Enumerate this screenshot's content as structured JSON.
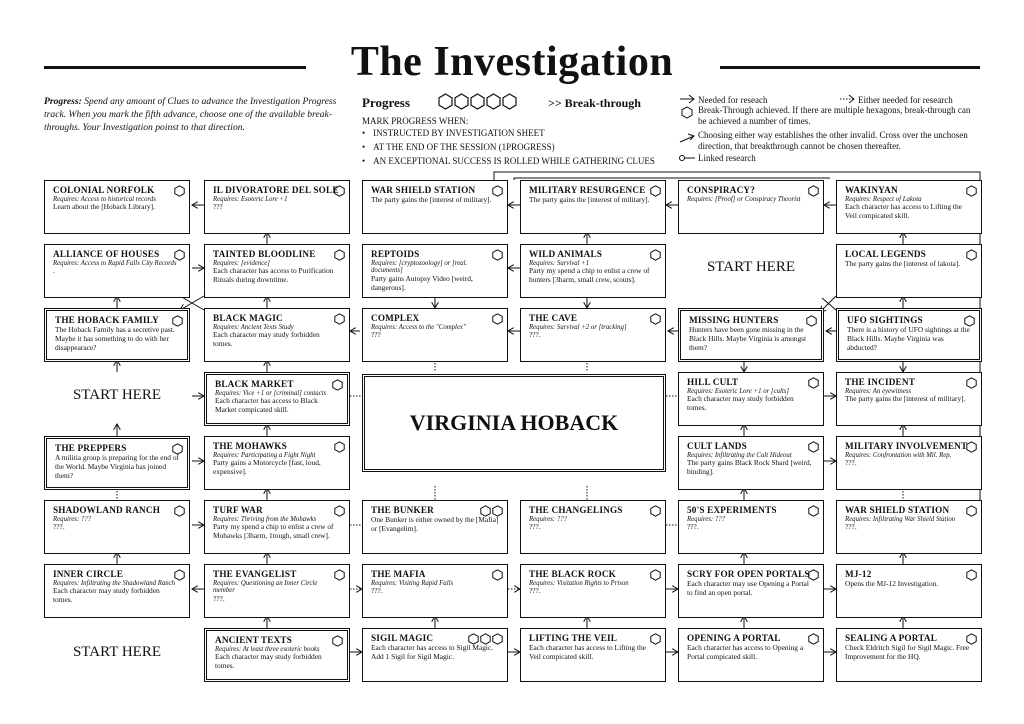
{
  "title": "The Investigation",
  "intro": {
    "progress_bold": "Progress:",
    "progress_text": "Spend any amount of Clues to advance the Investigation Progress track. When you mark the fifth advance, choose one of the available break-throughs. Your Investigation poinst to that direction."
  },
  "progress": {
    "label": "Progress",
    "breakthrough": ">> Break-through",
    "mark_when": "MARK PROGRESS WHEN:",
    "conditions": [
      "INSTRUCTED BY INVESTIGATION SHEET",
      "AT THE END OF THE SESSION (1PROGRESS)",
      "AN EXCEPTIONAL SUCCESS IS ROLLED WHILE GATHERING CLUES"
    ]
  },
  "legend": {
    "needed": "Needed for reseach",
    "either": "Either needed for research",
    "breakthrough": "Break-Through achieved. If there are multiple hexagons, break-through can be achieved a number of times.",
    "choosing": "Choosing either way establishes the other invalid. Cross over the unchosen direction, that breakthrough cannot be chosen thereafter.",
    "linked": "Linked research"
  },
  "center": "VIRGINIA HOBACK",
  "start_here": "START HERE",
  "boxes": [
    {
      "title": "COLONIAL NORFOLK",
      "req": "Requires: Access to historical records",
      "desc": "Learn about the [Hoback Library]."
    },
    {
      "title": "IL DIVORATORE DEL SOLE",
      "req": "Requires: Esoteric Lore +1",
      "desc": "???"
    },
    {
      "title": "WAR SHIELD STATION",
      "req": "",
      "desc": "The party gains the [interest of military]."
    },
    {
      "title": "MILITARY RESURGENCE",
      "req": "",
      "desc": "The party gains the [interest of military]."
    },
    {
      "title": "CONSPIRACY?",
      "req": "Requires: [Proof] or Conspiracy Theorist",
      "desc": ""
    },
    {
      "title": "WAKINYAN",
      "req": "Requires: Respect of Lakota",
      "desc": "Each character has access to Lifting the Veil compicated skill."
    },
    {
      "title": "ALLIANCE OF HOUSES",
      "req": "Requires: Access to Rapid Falls City Records",
      "desc": "."
    },
    {
      "title": "TAINTED BLOODLINE",
      "req": "Requires: [evidence]",
      "desc": "Each character has access to Purification Rituals during downtime."
    },
    {
      "title": "REPTOIDS",
      "req": "Requires: [cryptozoology] or [real. documents]",
      "desc": "Party gains Autopsy Video [weird, dangerous]."
    },
    {
      "title": "WILD ANIMALS",
      "req": "Requires: Survival +1",
      "desc": "Party my spend a chip to enlist a crew of hunters [3harm, small crew, scouts]."
    },
    {
      "title": "LOCAL LEGENDS",
      "req": "",
      "desc": "The party gains the [interest of lakota]."
    },
    {
      "title": "THE HOBACK FAMILY",
      "req": "",
      "desc": "The Hoback Family has a secretive past. Maybe it has something to do with her disappearace?"
    },
    {
      "title": "BLACK MAGIC",
      "req": "Requires: Ancient Texts Study",
      "desc": "Each character may study forbidden tomes."
    },
    {
      "title": "COMPLEX",
      "req": "Requires: Access to the \"Complex\"",
      "desc": "???"
    },
    {
      "title": "THE CAVE",
      "req": "Requires: Survival +2 or [tracking]",
      "desc": "???."
    },
    {
      "title": "MISSING HUNTERS",
      "req": "",
      "desc": "Hunters have been gone missing in the Black Hills. Maybe Virginia is amongst them?"
    },
    {
      "title": "UFO SIGHTINGS",
      "req": "",
      "desc": "There is a history of UFO sightings at the Black Hills. Maybe Virginia was abducted?"
    },
    {
      "title": "BLACK MARKET",
      "req": "Requires: Vice +1 or [criminal] contacts",
      "desc": "Each character has access to Black Market compicated skill."
    },
    {
      "title": "HILL CULT",
      "req": "Requires: Esoteric Lore +1 or [cults]",
      "desc": "Each character may study forbidden tomes."
    },
    {
      "title": "THE INCIDENT",
      "req": "Requires: An eyewitness",
      "desc": "The party gains the [interest of military]."
    },
    {
      "title": "THE PREPPERS",
      "req": "",
      "desc": "A militia group is preparing for the end of the World. Maybe Virginia has joined them?"
    },
    {
      "title": "THE MOHAWKS",
      "req": "Requires: Participating a Fight Night",
      "desc": "Party gains a Motorcycle [fast, loud, expensive]."
    },
    {
      "title": "CULT LANDS",
      "req": "Requires: Infiltrating the Cult Hideout",
      "desc": "The party gains Black Rock Shard [weird, binding]."
    },
    {
      "title": "MILITARY INVOLVEMENT",
      "req": "Requires: Confrontation with Mil. Rep.",
      "desc": "???."
    },
    {
      "title": "SHADOWLAND RANCH",
      "req": "Requires: ???",
      "desc": "???."
    },
    {
      "title": "TURF WAR",
      "req": "Requires: Thriving from the Mohawks",
      "desc": "Party my spend a chip to enlist a crew of Mohawks [3harm, 1tough, small crew]."
    },
    {
      "title": "THE BUNKER",
      "req": "",
      "desc": "One Bunker is either owned by the [Mafia] or [Evangelim]."
    },
    {
      "title": "THE CHANGELINGS",
      "req": "Requires: ???",
      "desc": "???."
    },
    {
      "title": "50'S EXPERIMENTS",
      "req": "Requires: ???",
      "desc": "???."
    },
    {
      "title": "WAR SHIELD STATION",
      "req": "Requires: Infiltrating War Shield Station",
      "desc": "???."
    },
    {
      "title": "INNER CIRCLE",
      "req": "Requires: Infiltrating the Shadowland Ranch",
      "desc": "Each character may study forbidden tomes."
    },
    {
      "title": "THE EVANGELIST",
      "req": "Requires: Questioning an Inner Circle member",
      "desc": "???."
    },
    {
      "title": "THE MAFIA",
      "req": "Requires: Visiting Rapid Falls",
      "desc": "???."
    },
    {
      "title": "THE BLACK ROCK",
      "req": "Requires: Visitation Rights to Prison",
      "desc": "???."
    },
    {
      "title": "SCRY FOR OPEN PORTALS",
      "req": "",
      "desc": "Each character may use Opening a Portal to find an open portal."
    },
    {
      "title": "MJ-12",
      "req": "",
      "desc": "Opens the MJ-12 Investigation."
    },
    {
      "title": "ANCIENT TEXTS",
      "req": "Requires: At least three esoteric books",
      "desc": "Each character may study forbidden tomes."
    },
    {
      "title": "SIGIL MAGIC",
      "req": "",
      "desc": "Each character has access to Sigil Magic. Add 1 Sigil for Sigil Magic."
    },
    {
      "title": "LIFTING THE VEIL",
      "req": "",
      "desc": "Each character has access to Lifting the Veil compicated skill."
    },
    {
      "title": "OPENING A PORTAL",
      "req": "",
      "desc": "Each character has access to Opening a Portal compicated skill."
    },
    {
      "title": "SEALING A PORTAL",
      "req": "",
      "desc": "Check Eldritch Sigil for Sigil Magic. Free Improvement for the HQ."
    }
  ]
}
